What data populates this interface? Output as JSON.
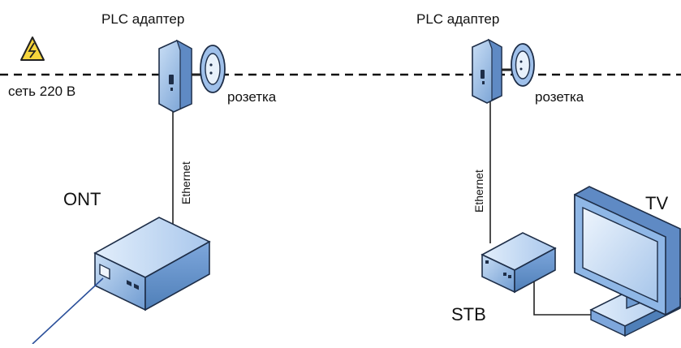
{
  "labels": {
    "plc_left": "PLC адаптер",
    "plc_right": "PLC адаптер",
    "mains": "сеть 220 В",
    "socket_left": "розетка",
    "socket_right": "розетка",
    "ethernet_left": "Ethernet",
    "ethernet_right": "Ethernet",
    "ont": "ONT",
    "stb": "STB",
    "tv": "TV"
  },
  "icons": {
    "warning": "high-voltage-warning-icon"
  },
  "colors": {
    "device_fill": "#8fb7e6",
    "device_dark": "#4f7fb8",
    "device_light": "#c9def5",
    "outline": "#1e2e48",
    "warning_fill": "#f6d53c",
    "callout_line": "#2a4f9a"
  }
}
